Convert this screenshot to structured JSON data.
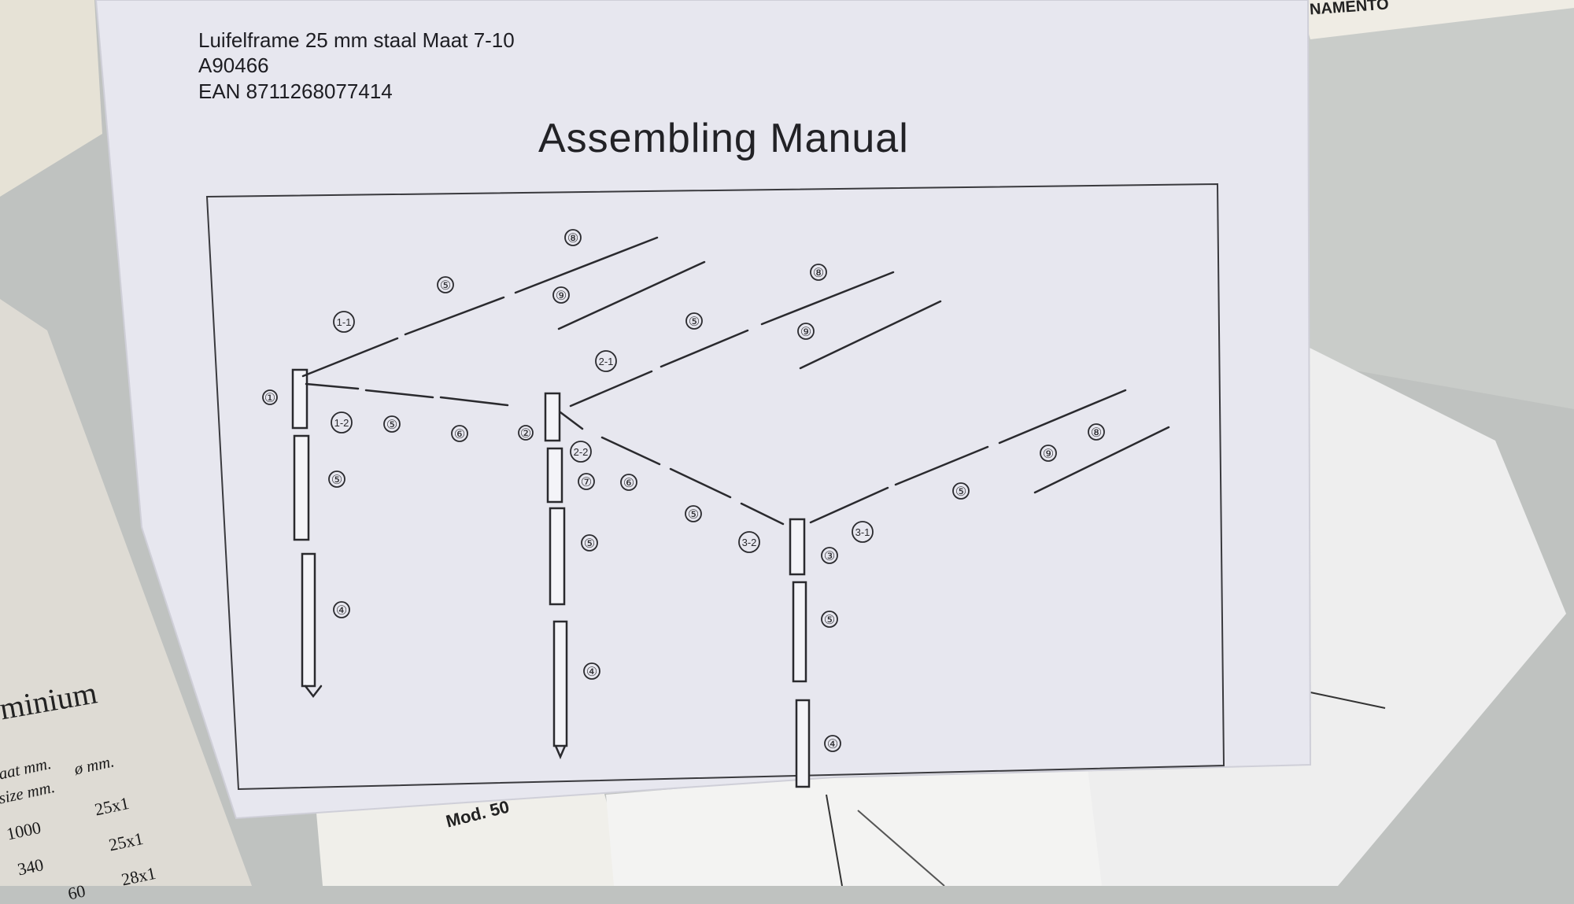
{
  "manual": {
    "header_line1": "Luifelframe 25 mm staal Maat 7-10",
    "header_line2": "A90466",
    "header_line3": "EAN 8711268077414",
    "title": "Assembling Manual"
  },
  "part_labels": [
    "①",
    "1-1",
    "1-2",
    "②",
    "2-1",
    "2-2",
    "③",
    "3-1",
    "3-2",
    "④",
    "⑤",
    "⑥",
    "⑦",
    "⑧",
    "⑨"
  ],
  "background": {
    "top_right_fragment": "NAMENTO",
    "left_heading_fragment": "minium",
    "table_header_1": "aat mm.",
    "table_header_2": "size mm.",
    "table_header_3": "ø mm.",
    "row1_size": "1000",
    "row1_diam": "25x1",
    "row2_size": "340",
    "row2_diam": "25x1",
    "row3_size": "60",
    "row3_diam": "28x1",
    "mod_fragment": "Mod. 50"
  },
  "colors": {
    "paper": "#e7e7ef",
    "line": "#2a2a2e",
    "table": "#c6c8c5",
    "desk": "#bfc2c0"
  }
}
